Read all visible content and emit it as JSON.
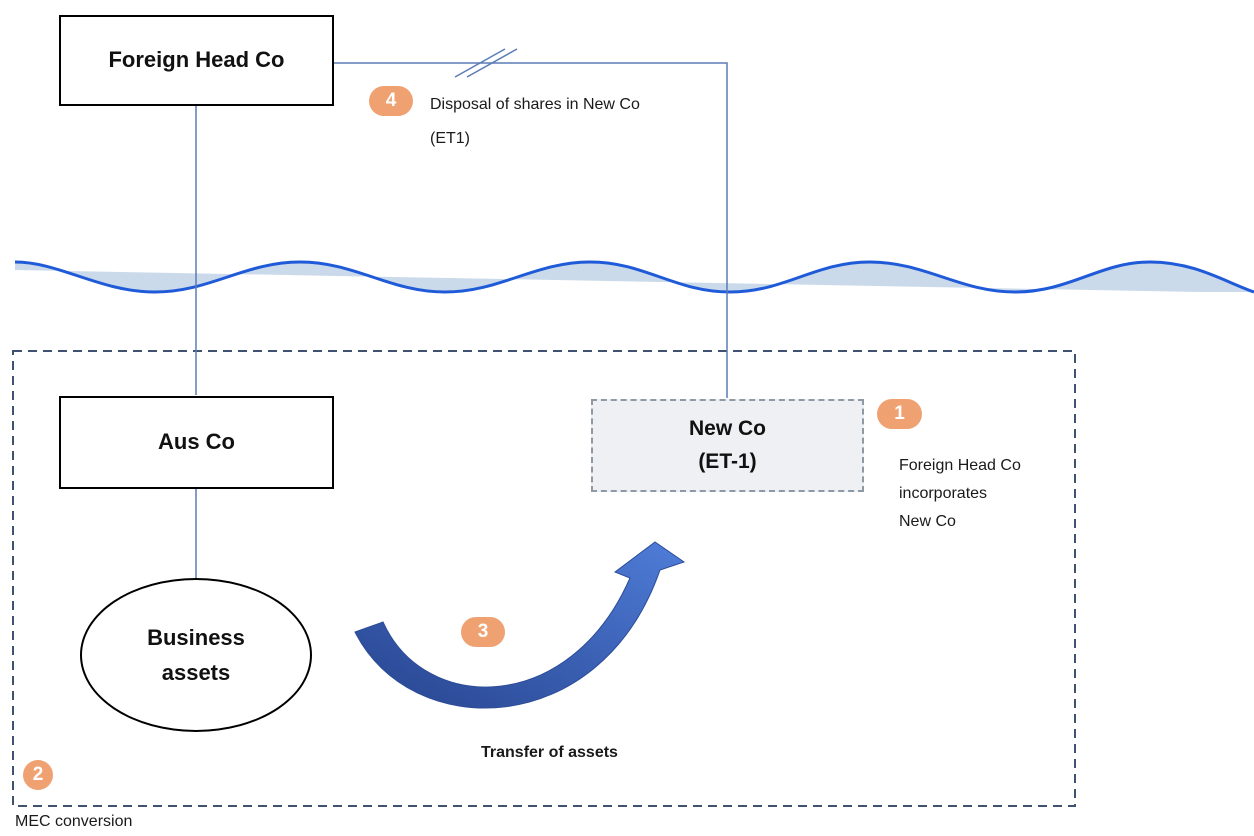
{
  "entities": {
    "foreign_head_co": "Foreign Head Co",
    "aus_co": "Aus Co",
    "new_co_line1": "New Co",
    "new_co_line2": "(ET-1)",
    "business_assets_line1": "Business",
    "business_assets_line2": "assets"
  },
  "steps": [
    {
      "number": "1",
      "text_lines": [
        "Foreign Head Co",
        "incorporates",
        "New Co"
      ]
    },
    {
      "number": "2",
      "text": "MEC conversion"
    },
    {
      "number": "3",
      "text": "Transfer of assets"
    },
    {
      "number": "4",
      "text_lines": [
        "Disposal of shares in New Co",
        "(ET1)"
      ]
    }
  ],
  "colors": {
    "connector": "#5b7bb5",
    "wave": "#1f5ad8",
    "dashed_border": "#3f5370",
    "badge": "#f0a171",
    "arrow": "#3a63b5"
  }
}
